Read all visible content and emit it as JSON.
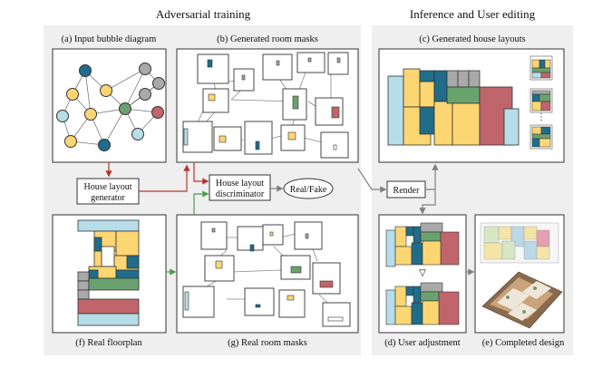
{
  "sections": {
    "adversarial": "Adversarial training",
    "inference": "Inference and User editing"
  },
  "panels": {
    "a": "(a) Input bubble diagram",
    "b": "(b) Generated room masks",
    "c": "(c) Generated house layouts",
    "d": "(d) User adjustment",
    "e": "(e) Completed design",
    "f": "(f) Real floorplan",
    "g": "(g) Real room masks"
  },
  "boxes": {
    "generator": [
      "House layout",
      "generator"
    ],
    "discriminator": [
      "House layout",
      "discriminator"
    ],
    "real_fake": "Real/Fake",
    "render": "Render"
  },
  "colors": {
    "panel_bg": "#efefef",
    "yellow": "#fcd672",
    "teal": "#1f6d8a",
    "green": "#6aa26d",
    "salmon": "#c0656b",
    "light_blue": "#b7dde8",
    "gray": "#a9a9a9",
    "red_arrow": "#b8342b",
    "green_arrow": "#4e9e4a",
    "gray_arrow": "#808080"
  },
  "icons": [
    "bubble-graph-icon",
    "room-mask-icon",
    "floorplan-icon",
    "render-3d-icon"
  ]
}
